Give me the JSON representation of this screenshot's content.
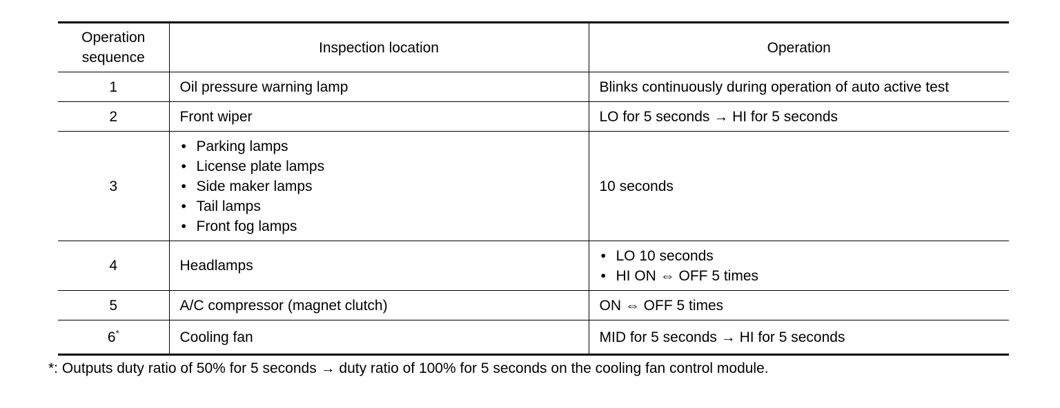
{
  "table": {
    "headers": {
      "sequence_line1": "Operation",
      "sequence_line2": "sequence",
      "location": "Inspection location",
      "operation": "Operation"
    },
    "rows": [
      {
        "sequence": "1",
        "location": "Oil pressure warning lamp",
        "operation": "Blinks continuously during operation of auto active test"
      },
      {
        "sequence": "2",
        "location": "Front wiper",
        "operation": "LO for 5 seconds → HI for 5 seconds"
      },
      {
        "sequence": "3",
        "location_items": [
          "Parking lamps",
          "License plate lamps",
          "Side maker lamps",
          "Tail lamps",
          "Front fog lamps"
        ],
        "operation": "10 seconds"
      },
      {
        "sequence": "4",
        "location": "Headlamps",
        "operation_items": [
          "LO 10 seconds",
          "HI ON ⇔ OFF 5 times"
        ]
      },
      {
        "sequence": "5",
        "location": "A/C compressor (magnet clutch)",
        "operation": "ON ⇔ OFF 5 times"
      },
      {
        "sequence": "6",
        "sequence_mark": "*",
        "location": "Cooling fan",
        "operation": "MID for 5 seconds → HI for 5 seconds"
      }
    ],
    "bullet": "•"
  },
  "footnote": "*: Outputs duty ratio of 50% for 5 seconds → duty ratio of 100% for 5 seconds on the cooling fan control module."
}
